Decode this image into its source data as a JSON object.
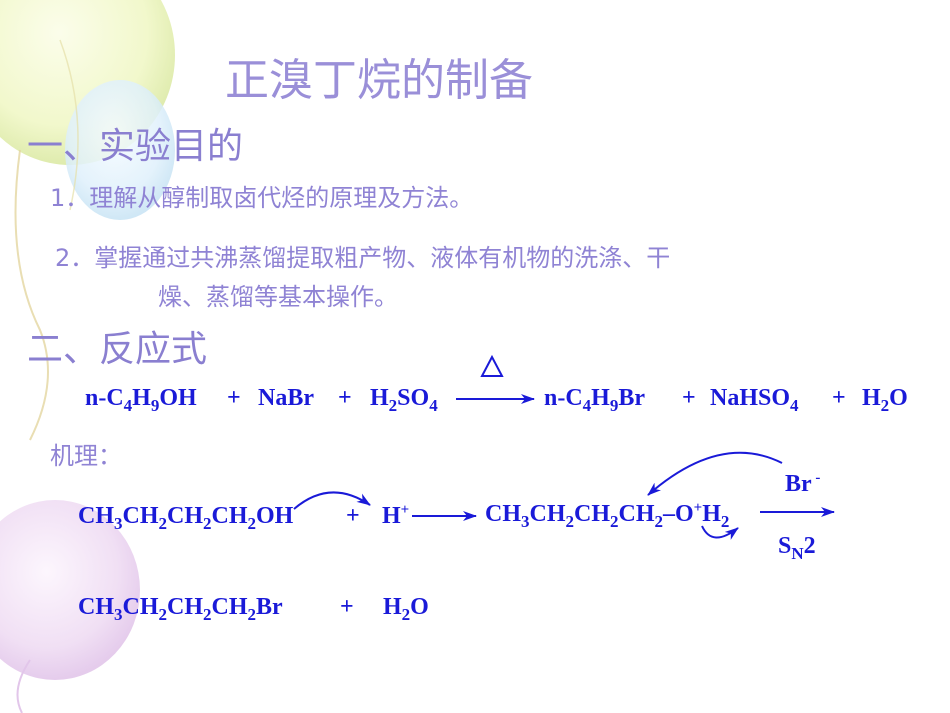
{
  "title": "正溴丁烷的制备",
  "section1": {
    "heading": "一、实验目的",
    "items": [
      {
        "num": "1．",
        "text": "理解从醇制取卤代烃的原理及方法。"
      },
      {
        "num": "2．",
        "text": "掌握通过共沸蒸馏提取粗产物、液体有机物的洗涤、干",
        "cont": "燥、蒸馏等基本操作。"
      }
    ]
  },
  "section2": {
    "heading": "二、反应式"
  },
  "mechanism_label": "机理：",
  "colors": {
    "text_purple": "#8f83d4",
    "chem_blue": "#1a1ad8"
  }
}
